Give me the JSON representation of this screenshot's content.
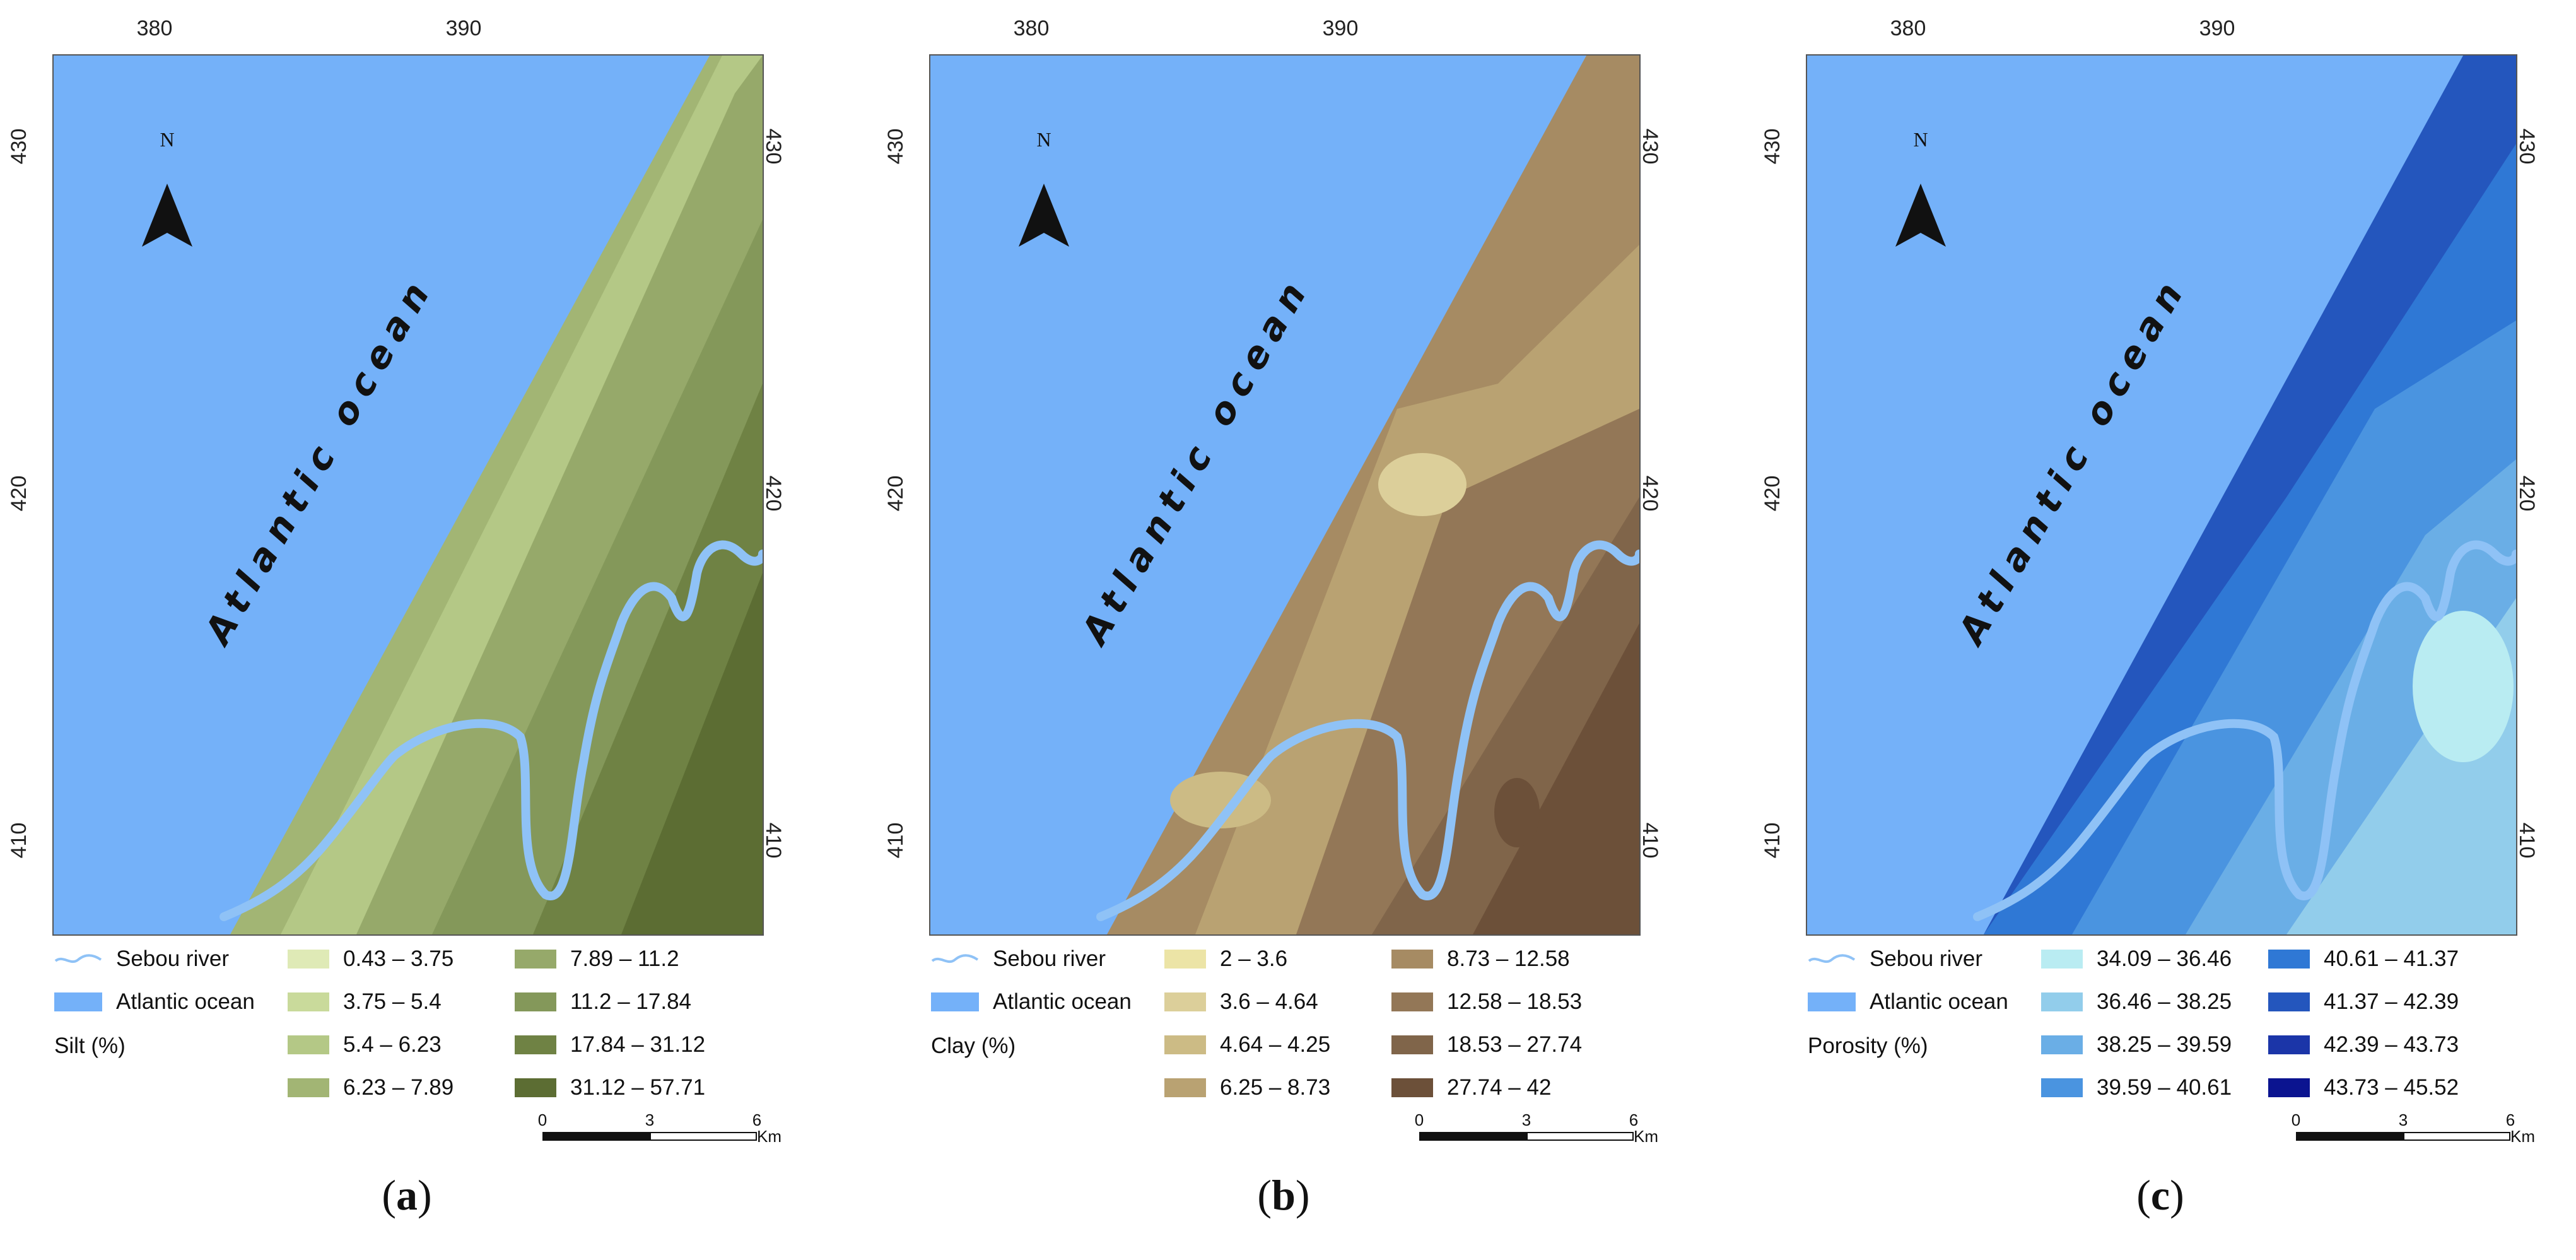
{
  "axis": {
    "top_ticks": [
      "380",
      "390"
    ],
    "side_ticks": [
      "430",
      "420",
      "410"
    ]
  },
  "north_arrow": {
    "label": "N",
    "icon": "north-arrow-icon"
  },
  "ocean_label": "Atlantic ocean",
  "scale_bar": {
    "ticks": [
      "0",
      "3",
      "6"
    ],
    "unit": "Km"
  },
  "panels": [
    {
      "id": "a",
      "caption_letter": "a",
      "legend": {
        "river_label": "Sebou river",
        "ocean_legend_label": "Atlantic ocean",
        "variable_label": "Silt (%)",
        "classes": [
          {
            "range": "0.43 – 3.75",
            "color": "#dfeab6"
          },
          {
            "range": "3.75 – 5.4",
            "color": "#c9da9b"
          },
          {
            "range": "5.4 – 6.23",
            "color": "#b4c886"
          },
          {
            "range": "6.23 – 7.89",
            "color": "#a2b574"
          },
          {
            "range": "7.89 – 11.2",
            "color": "#96a96a"
          },
          {
            "range": "11.2 – 17.84",
            "color": "#84985a"
          },
          {
            "range": "17.84 – 31.12",
            "color": "#6f8244"
          },
          {
            "range": "31.12 – 57.71",
            "color": "#5c6d33"
          }
        ]
      }
    },
    {
      "id": "b",
      "caption_letter": "b",
      "legend": {
        "river_label": "Sebou river",
        "ocean_legend_label": "Atlantic ocean",
        "variable_label": "Clay (%)",
        "classes": [
          {
            "range": "2 – 3.6",
            "color": "#ece4a6"
          },
          {
            "range": "3.6 – 4.64",
            "color": "#dccf9a"
          },
          {
            "range": "4.64 – 4.25",
            "color": "#ccbb85"
          },
          {
            "range": "6.25 – 8.73",
            "color": "#b9a272"
          },
          {
            "range": "8.73 – 12.58",
            "color": "#a68b63"
          },
          {
            "range": "12.58 – 18.53",
            "color": "#937757"
          },
          {
            "range": "18.53 – 27.74",
            "color": "#80654a"
          },
          {
            "range": "27.74 – 42",
            "color": "#6c5039"
          }
        ]
      }
    },
    {
      "id": "c",
      "caption_letter": "c",
      "legend": {
        "river_label": "Sebou river",
        "ocean_legend_label": "Atlantic ocean",
        "variable_label": "Porosity (%)",
        "classes": [
          {
            "range": "34.09 – 36.46",
            "color": "#b9ecf2"
          },
          {
            "range": "36.46 – 38.25",
            "color": "#92cdeb"
          },
          {
            "range": "38.25 – 39.59",
            "color": "#6aaee6"
          },
          {
            "range": "39.59 – 40.61",
            "color": "#4a94e0"
          },
          {
            "range": "40.61 – 41.37",
            "color": "#2f78d5"
          },
          {
            "range": "41.37 – 42.39",
            "color": "#2456bd"
          },
          {
            "range": "42.39 – 43.73",
            "color": "#1b35a8"
          },
          {
            "range": "43.73 – 45.52",
            "color": "#0b1490"
          }
        ]
      }
    }
  ],
  "colors": {
    "ocean": "#74b1f9",
    "river": "#8fc2f6",
    "frame": "#555555"
  }
}
